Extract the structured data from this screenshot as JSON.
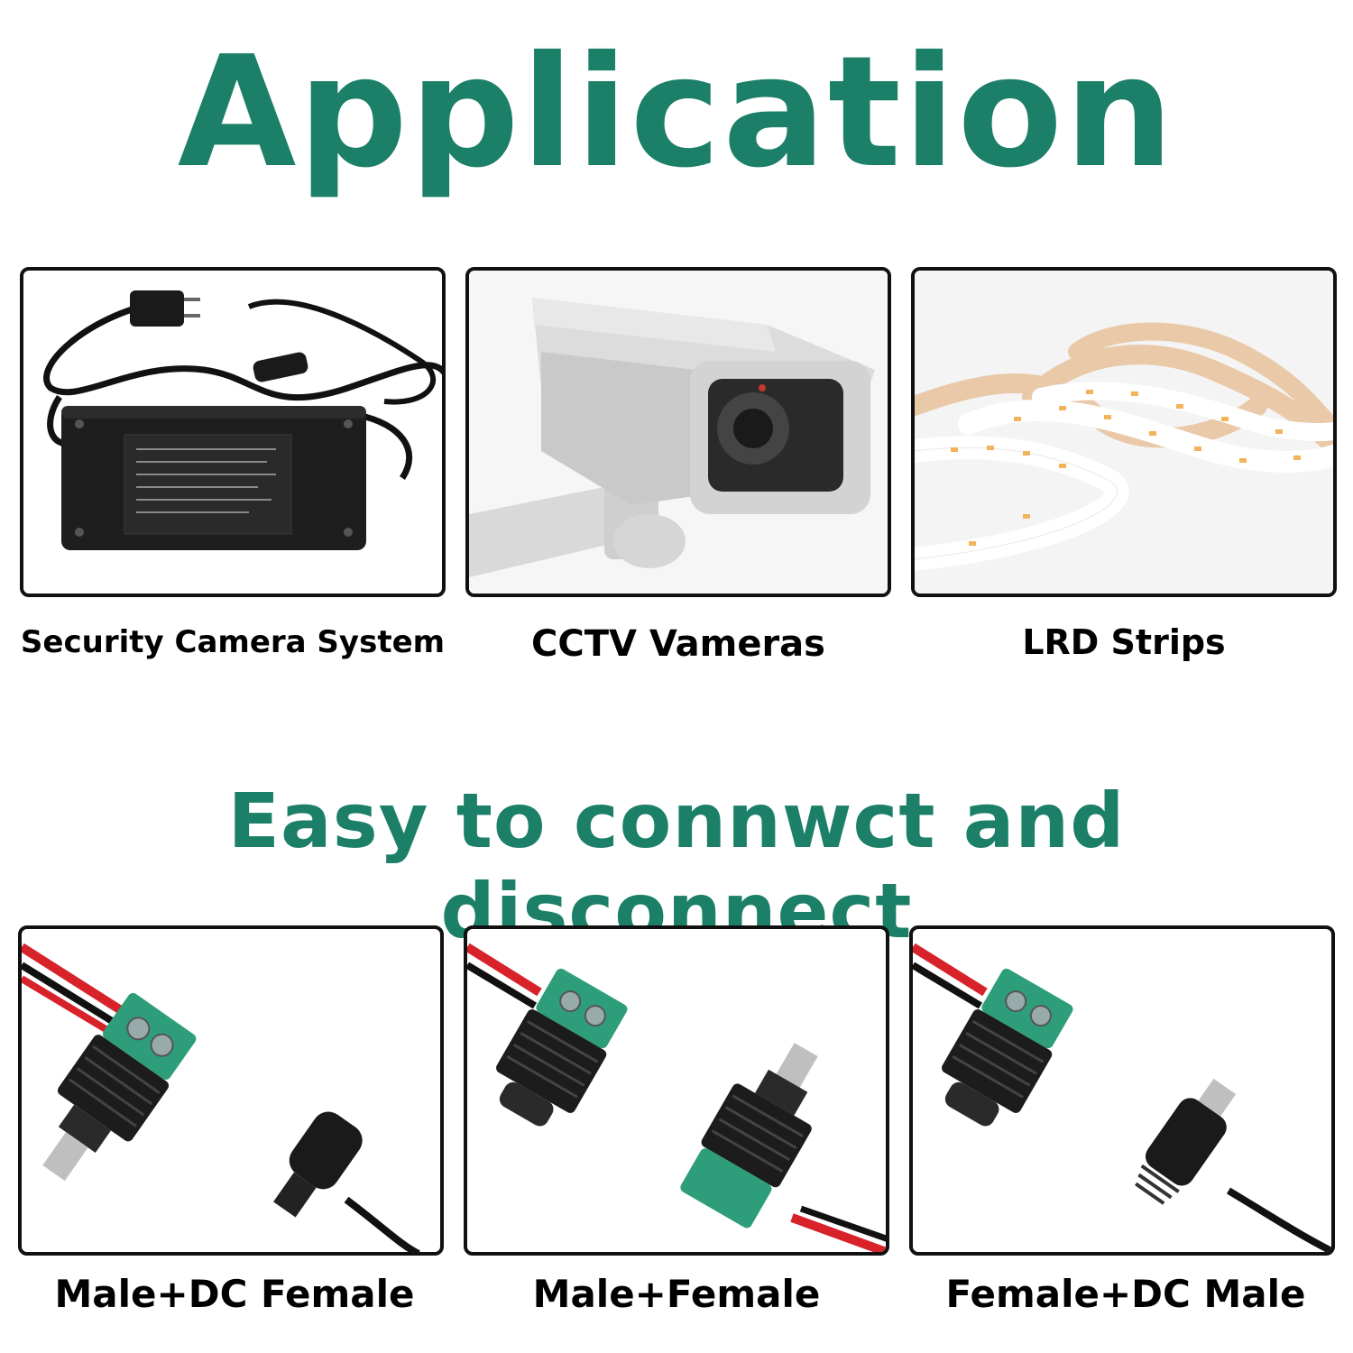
{
  "headings": {
    "application": "Application",
    "connect": "Easy to connwct and disconnect"
  },
  "applications": [
    {
      "label": "Security Camera System",
      "icon": "power-adapter-image"
    },
    {
      "label": "CCTV Vameras",
      "icon": "cctv-camera-image"
    },
    {
      "label": "LRD Strips",
      "icon": "led-strip-image"
    }
  ],
  "connectors": [
    {
      "label": "Male+DC Female",
      "icon": "male-connector-to-dc-female-image"
    },
    {
      "label": "Male+Female",
      "icon": "female-dc-to-male-connector-image"
    },
    {
      "label": "Female+DC Male",
      "icon": "female-connector-to-dc-male-image"
    }
  ],
  "colors": {
    "heading": "#1c7f68",
    "terminal_green": "#2e9e7a",
    "wire_red": "#d8222a",
    "frame": "#111111"
  }
}
